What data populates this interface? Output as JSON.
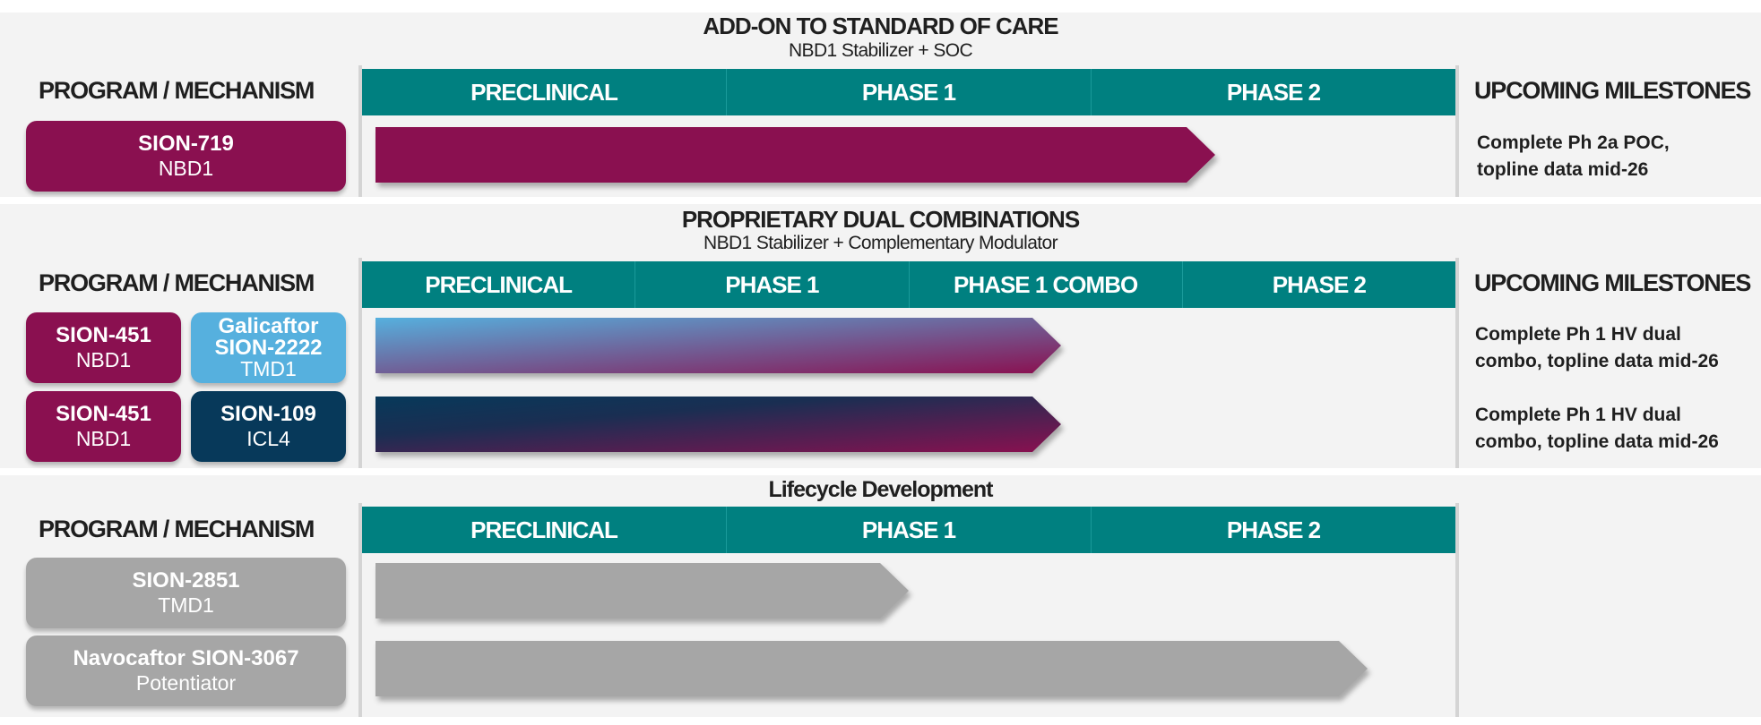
{
  "sections": [
    {
      "title": "ADD-ON TO STANDARD OF CARE",
      "subtitle": "NBD1 Stabilizer + SOC",
      "program_header": "PROGRAM / MECHANISM",
      "milestones_header": "UPCOMING MILESTONES",
      "phases": [
        "PRECLINICAL",
        "PHASE 1",
        "PHASE 2"
      ],
      "rows": [
        {
          "programs": [
            {
              "name": "SION-719",
              "mechanism": "NBD1",
              "color": "#8a1050"
            }
          ],
          "progress": 0.76,
          "milestone_line1": "Complete Ph 2a POC,",
          "milestone_line2": "topline data mid-26"
        }
      ]
    },
    {
      "title": "PROPRIETARY DUAL COMBINATIONS",
      "subtitle": "NBD1 Stabilizer + Complementary Modulator",
      "program_header": "PROGRAM / MECHANISM",
      "milestones_header": "UPCOMING MILESTONES",
      "phases": [
        "PRECLINICAL",
        "PHASE 1",
        "PHASE 1 COMBO",
        "PHASE 2"
      ],
      "rows": [
        {
          "programs": [
            {
              "name": "SION-451",
              "mechanism": "NBD1",
              "color": "#8a1050"
            },
            {
              "name": "Galicaftor",
              "name2": "SION-2222",
              "mechanism": "TMD1",
              "color": "#56b0de"
            }
          ],
          "progress": 0.64,
          "gradient": [
            "#56b0de",
            "#8a1050"
          ],
          "milestone_line1": "Complete Ph 1 HV dual",
          "milestone_line2": "combo, topline data mid-26"
        },
        {
          "programs": [
            {
              "name": "SION-451",
              "mechanism": "NBD1",
              "color": "#8a1050"
            },
            {
              "name": "SION-109",
              "mechanism": "ICL4",
              "color": "#07395a"
            }
          ],
          "progress": 0.64,
          "gradient": [
            "#07395a",
            "#8a1050"
          ],
          "milestone_line1": "Complete Ph 1 HV dual",
          "milestone_line2": "combo, topline data mid-26"
        }
      ]
    },
    {
      "title": "Lifecycle Development",
      "program_header": "PROGRAM / MECHANISM",
      "phases": [
        "PRECLINICAL",
        "PHASE 1",
        "PHASE 2"
      ],
      "rows": [
        {
          "programs": [
            {
              "name": "SION-2851",
              "mechanism": "TMD1",
              "color": "#a6a6a6"
            }
          ],
          "progress": 0.49
        },
        {
          "programs": [
            {
              "name": "Navocaftor SION-3067",
              "mechanism": "Potentiator",
              "color": "#a6a6a6"
            }
          ],
          "progress": 0.91
        }
      ]
    }
  ],
  "colors": {
    "teal": "#008080",
    "magenta": "#8a1050",
    "sky": "#56b0de",
    "navy": "#07395a",
    "gray": "#a6a6a6"
  }
}
